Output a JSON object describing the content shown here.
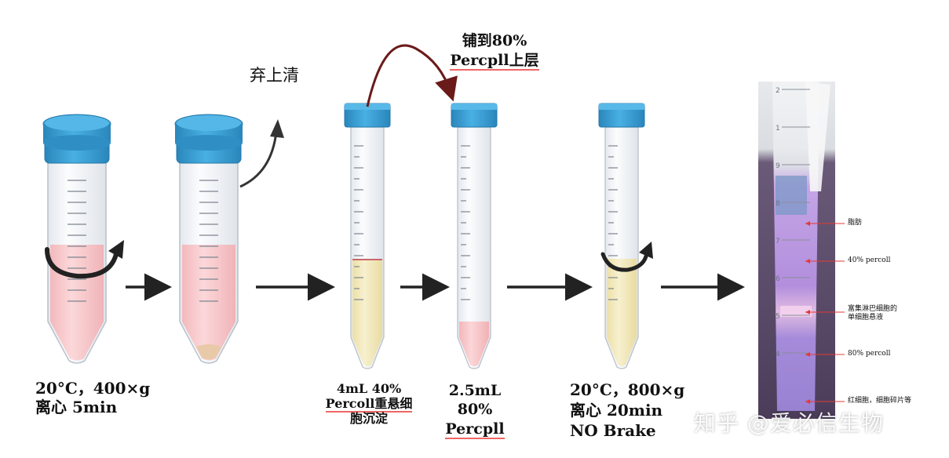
{
  "steps": [
    {
      "line1": "20°C，400×g",
      "line2": "离心 5min"
    },
    {
      "line1": "4mL 40%",
      "line2": "Percoll重悬细",
      "line3": "胞沉淀"
    },
    {
      "line1": "2.5mL",
      "line2": "80%",
      "line3": "Percpll"
    },
    {
      "line1": "20°C，800×g",
      "line2": "离心 20min",
      "line3": "NO Brake"
    }
  ],
  "discard_label": "弃上清",
  "overlay_label": {
    "line1": "铺到80%",
    "line2": "Percpll上层"
  },
  "photo_annotations": [
    {
      "text": "脂肪"
    },
    {
      "text": "40% percoll"
    },
    {
      "line1": "富集淋巴细胞的",
      "line2": "单细胞悬液"
    },
    {
      "text": "80% percoll"
    },
    {
      "text": "红细胞，细胞碎片等"
    }
  ],
  "photo_tube_marks": [
    "2",
    "1",
    "9",
    "8",
    "7",
    "6",
    "5",
    "4"
  ],
  "watermark": "知乎 @爱必信生物",
  "colors": {
    "cap": "#3ba0d6",
    "cap_dark": "#2a86bb",
    "pink_liquid": "#f7c6c8",
    "yellow_liquid": "#f1e7b6",
    "arrow": "#222222",
    "arc_arrow": "#6b1a1a",
    "photo_purple": "#b48ee0",
    "annotation_red": "#e53935"
  }
}
